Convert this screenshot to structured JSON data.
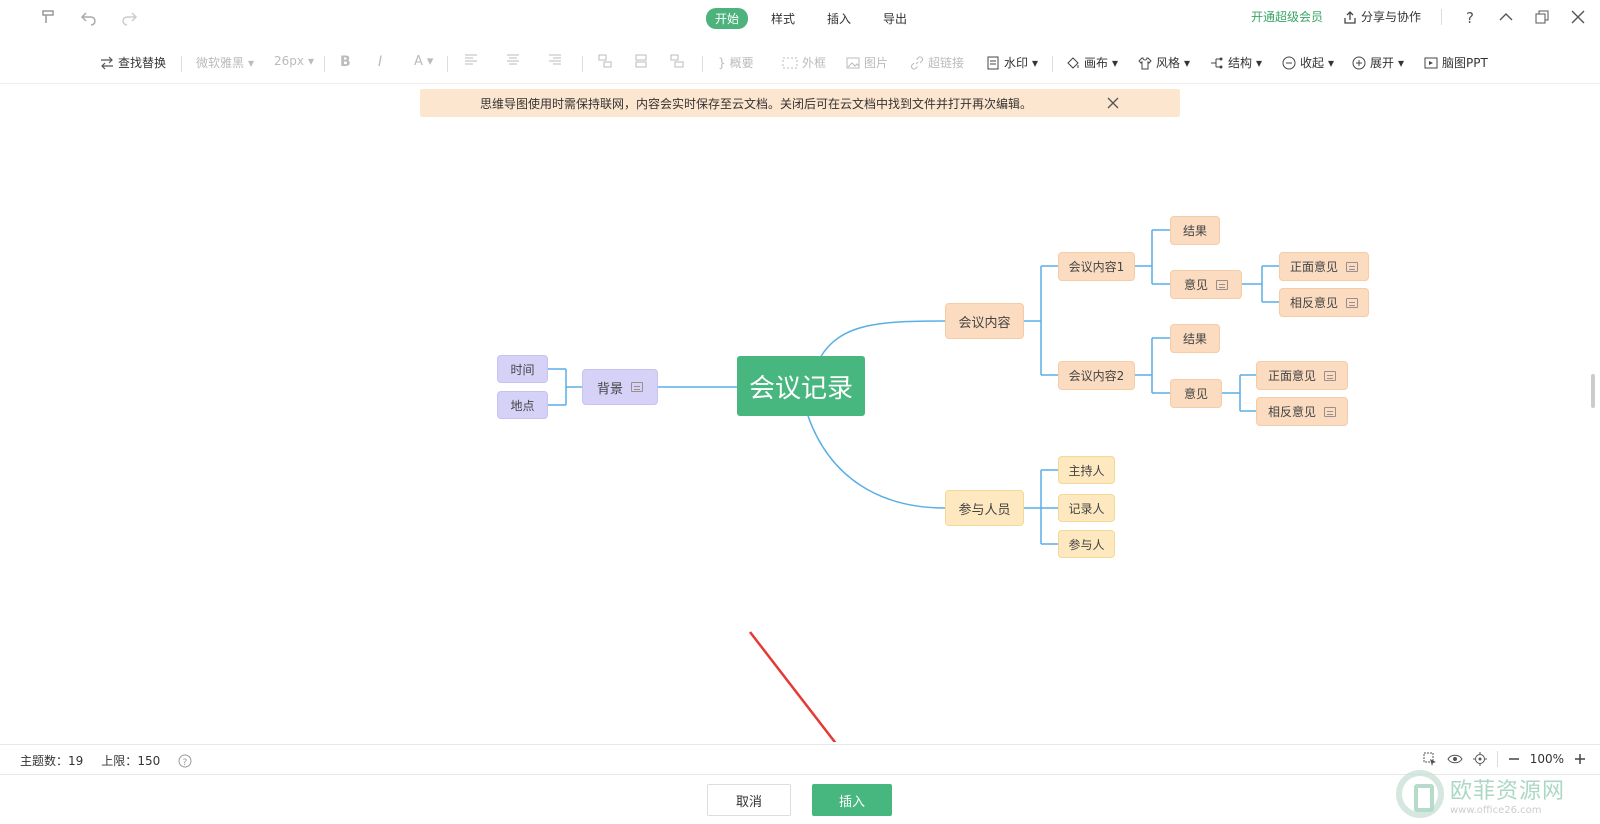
{
  "tabs": [
    {
      "label": "开始",
      "active": true
    },
    {
      "label": "样式",
      "active": false
    },
    {
      "label": "插入",
      "active": false
    },
    {
      "label": "导出",
      "active": false
    }
  ],
  "header": {
    "vip_label": "开通超级会员",
    "share_label": "分享与协作"
  },
  "toolbar": {
    "find_replace": "查找替换",
    "font_family": "微软雅黑",
    "font_size": "26px",
    "summary": "概要",
    "outer_frame": "外框",
    "image": "图片",
    "hyperlink": "超链接",
    "watermark": "水印",
    "canvas": "画布",
    "style": "风格",
    "structure": "结构",
    "collapse": "收起",
    "expand": "展开",
    "mindmap_ppt": "脑图PPT"
  },
  "banner": {
    "text": "思维导图使用时需保持联网，内容会实时保存至云文档。关闭后可在云文档中找到文件并打开再次编辑。"
  },
  "mindmap": {
    "root": "会议记录",
    "background": "背景",
    "time": "时间",
    "place": "地点",
    "content": "会议内容",
    "content1": "会议内容1",
    "result1": "结果",
    "opinion1": "意见",
    "positive1": "正面意见",
    "negative1": "相反意见",
    "content2": "会议内容2",
    "result2": "结果",
    "opinion2": "意见",
    "positive2": "正面意见",
    "negative2": "相反意见",
    "participants": "参与人员",
    "host": "主持人",
    "recorder": "记录人",
    "attendee": "参与人"
  },
  "status": {
    "topic_count_label": "主题数：",
    "topic_count": "19",
    "limit_label": "上限：",
    "limit": "150",
    "zoom": "100%"
  },
  "footer": {
    "cancel": "取消",
    "insert": "插入"
  },
  "watermark_brand": {
    "title": "欧菲资源网",
    "url": "www.office26.com"
  },
  "colors": {
    "accent": "#47b67f",
    "branch_line": "#5aaee6",
    "arrow": "#e53935"
  }
}
